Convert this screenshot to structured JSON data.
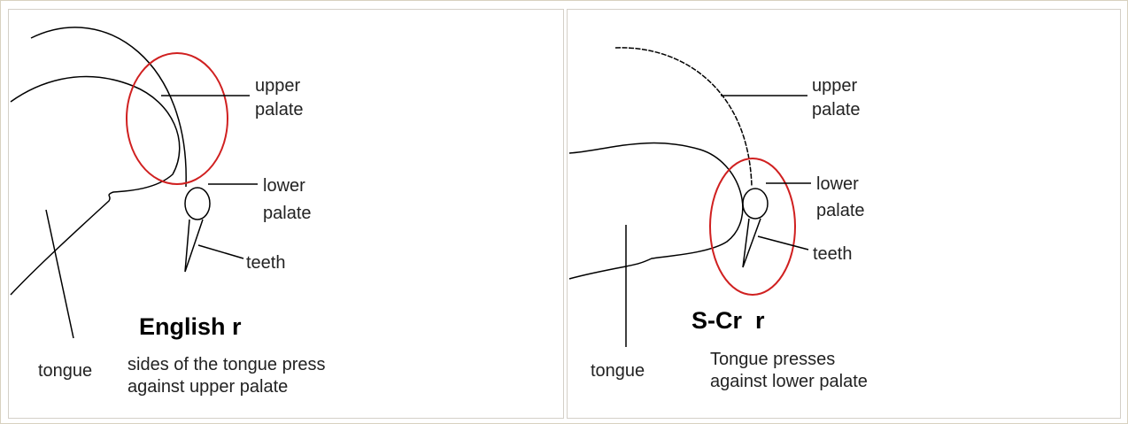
{
  "panels": [
    {
      "title": "English r",
      "labels": {
        "upper_palate_1": "upper",
        "upper_palate_2": "palate",
        "lower_palate_1": "lower",
        "lower_palate_2": "palate",
        "teeth": "teeth",
        "tongue": "tongue"
      },
      "caption_1": "sides of the tongue press",
      "caption_2": "against upper palate"
    },
    {
      "title": "S-Cr  r",
      "labels": {
        "upper_palate_1": "upper",
        "upper_palate_2": "palate",
        "lower_palate_1": "lower",
        "lower_palate_2": "palate",
        "teeth": "teeth",
        "tongue": "tongue"
      },
      "caption_1": "Tongue presses",
      "caption_2": "against lower palate"
    }
  ],
  "colors": {
    "highlight_circle": "#d02020",
    "line": "#000000"
  }
}
